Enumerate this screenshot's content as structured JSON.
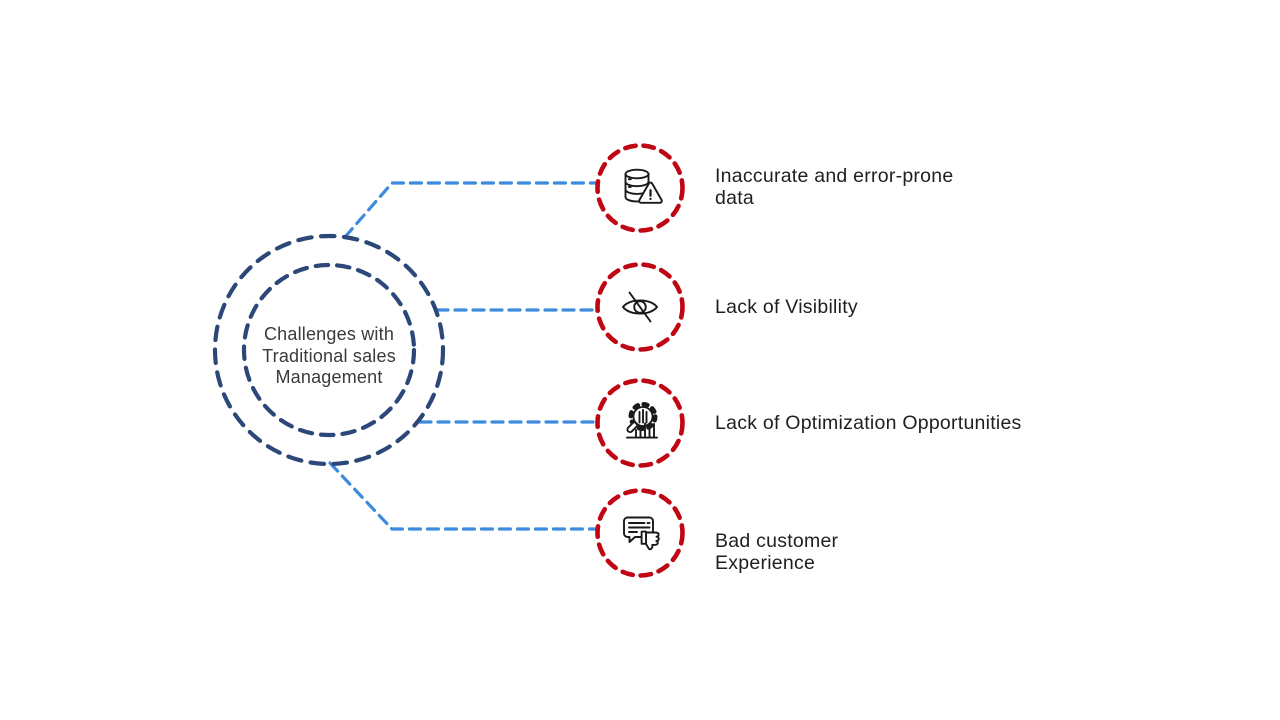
{
  "diagram": {
    "type": "radial-mindmap",
    "center_label": "Challenges with Traditional sales Management",
    "center_label_lines": [
      "Challenges with",
      "Traditional sales",
      "Management"
    ],
    "items": [
      {
        "label": "Inaccurate and error-prone data",
        "icon": "database-error-icon"
      },
      {
        "label": "Lack of Visibility",
        "icon": "eye-off-icon"
      },
      {
        "label": "Lack of Optimization Opportunities",
        "icon": "optimization-search-icon"
      },
      {
        "label": "Bad customer Experience",
        "icon": "chat-thumbs-down-icon"
      }
    ]
  },
  "colors": {
    "background": "#FFFFFF",
    "center_ring_navy": "#2C4878",
    "item_ring_red": "#C00613",
    "connector_blue": "#3D8BDD",
    "icon_stroke": "#1A1A1A",
    "center_text": "#3A3A3A",
    "label_text": "#1F1F1F"
  }
}
